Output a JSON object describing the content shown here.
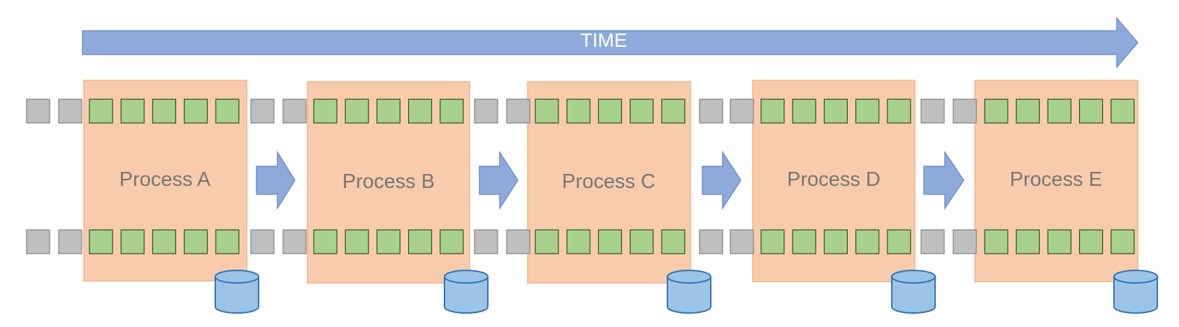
{
  "timeline": {
    "label": "TIME"
  },
  "processes": [
    {
      "label": "Process A"
    },
    {
      "label": "Process B"
    },
    {
      "label": "Process C"
    },
    {
      "label": "Process D"
    },
    {
      "label": "Process E"
    }
  ],
  "colors": {
    "time_arrow_fill": "#8eaadb",
    "time_arrow_stroke": "#6f8ccc",
    "time_label": "#ffffff",
    "process_fill": "#f8cbad",
    "process_stroke": "#f4b183",
    "process_label": "#767676",
    "active_cell_fill": "#a9d18e",
    "active_cell_stroke": "#2e4a1c",
    "idle_cell_fill": "#bfbfbf",
    "idle_cell_stroke": "#7f7f7f",
    "flow_arrow_fill": "#8eaadb",
    "flow_arrow_stroke": "#6f8ccc",
    "database_fill": "#9dc3e6",
    "database_stroke": "#2e75b6"
  }
}
